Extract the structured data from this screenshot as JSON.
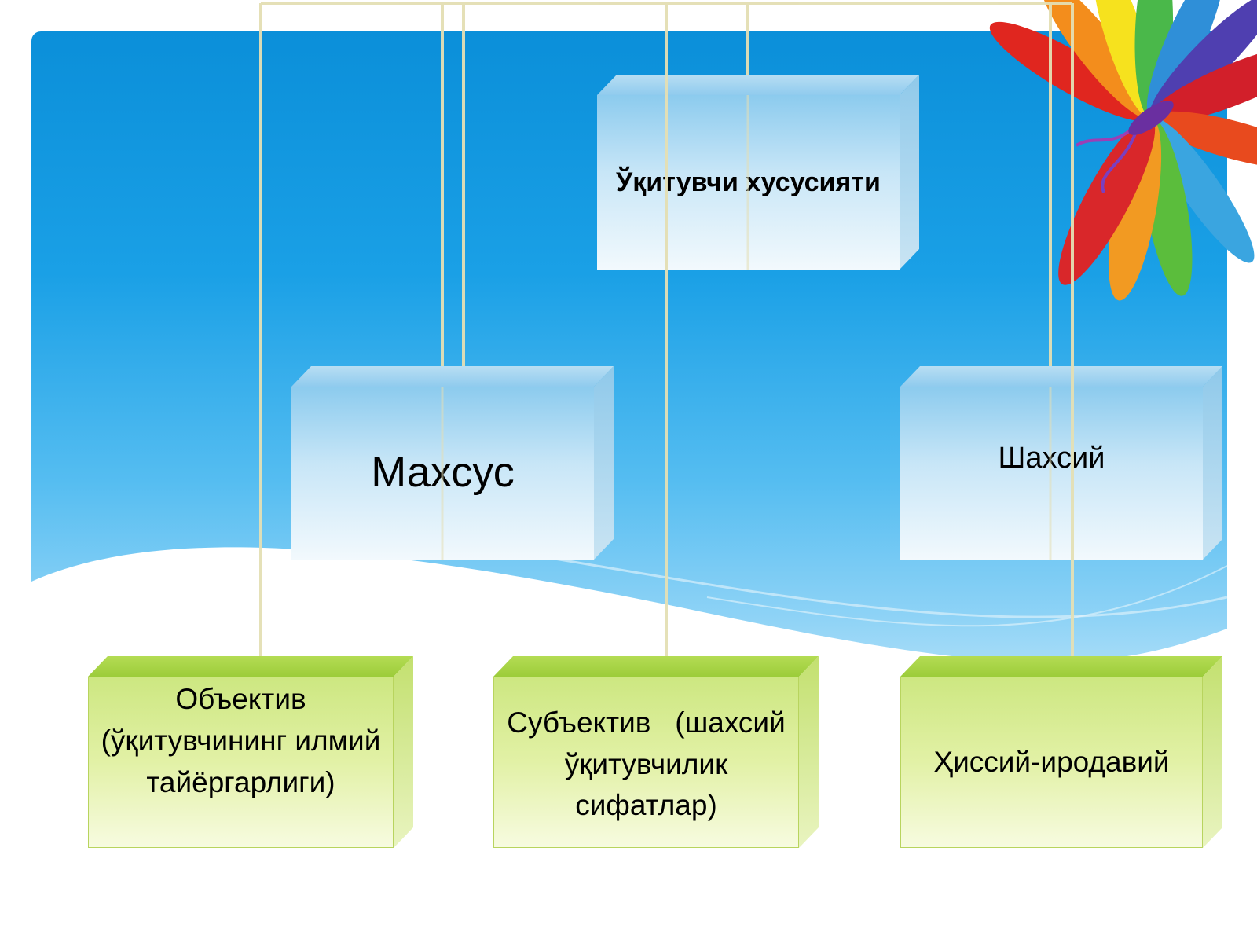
{
  "diagram": {
    "root": {
      "label": "Ўқитувчи хусусияти"
    },
    "level2": [
      {
        "id": "maxsus",
        "label": "Махсус"
      },
      {
        "id": "shaxsiy",
        "label": "Шахсий"
      }
    ],
    "level3": [
      {
        "id": "obyektiv",
        "label": "Объектив (ўқитувчининг илмий тайёргарлиги)"
      },
      {
        "id": "subyektiv",
        "label": "Субъектив   (шахсий ўқитувчилик сифатлар)"
      },
      {
        "id": "hissiy",
        "label": "Ҳиссий-иродавий"
      }
    ]
  },
  "colors": {
    "background_blue": "#1aa0e6",
    "box_blue": "#c8e6f7",
    "box_green": "#e2f1a6",
    "connector": "#e4dfb4"
  },
  "icons": {
    "decoration": "rainbow-flower-icon"
  }
}
